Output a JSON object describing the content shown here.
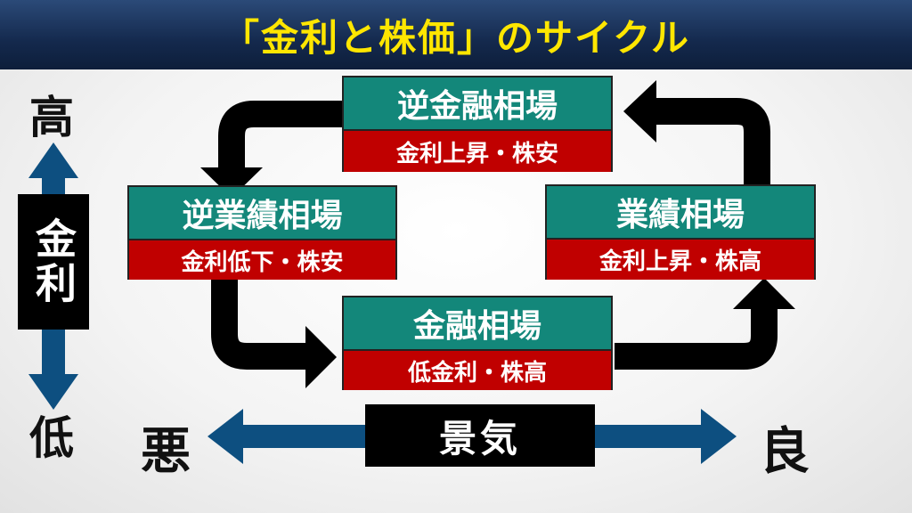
{
  "title": "「金利と株価」のサイクル",
  "axis_rate": {
    "label": "金利",
    "high": "高",
    "low": "低"
  },
  "axis_economy": {
    "label": "景気",
    "bad": "悪",
    "good": "良"
  },
  "phases": {
    "reverse_financial": {
      "name": "逆金融相場",
      "desc": "金利上昇・株安"
    },
    "reverse_earnings": {
      "name": "逆業績相場",
      "desc": "金利低下・株安"
    },
    "financial": {
      "name": "金融相場",
      "desc": "低金利・株高"
    },
    "earnings": {
      "name": "業績相場",
      "desc": "金利上昇・株高"
    }
  },
  "colors": {
    "title_text": "#ffe600",
    "phase_name_bg": "#13877a",
    "phase_desc_bg": "#c00000",
    "axis_arrow": "#0d4f80",
    "cycle_arrow": "#000000"
  }
}
